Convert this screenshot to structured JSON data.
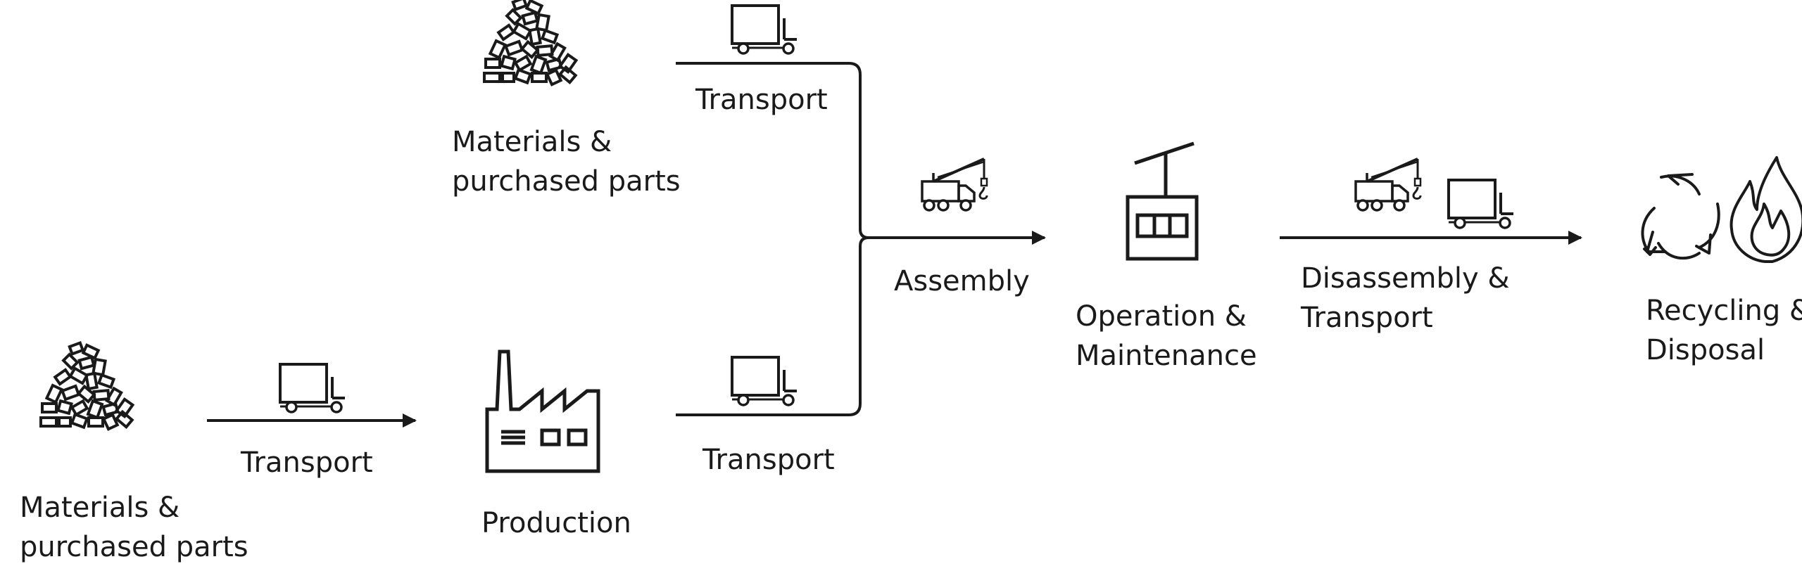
{
  "diagram": {
    "nodes": {
      "materials_top": {
        "lines": [
          "Materials &",
          "purchased parts"
        ],
        "icon": "materials-pile-icon"
      },
      "materials_bottom": {
        "lines": [
          "Materials &",
          "purchased parts"
        ],
        "icon": "materials-pile-icon"
      },
      "production": {
        "lines": [
          "Production"
        ],
        "icon": "factory-icon"
      },
      "operation": {
        "lines": [
          "Operation &",
          "Maintenance"
        ],
        "icon": "cable-car-icon"
      },
      "recycling": {
        "lines": [
          "Recycling &",
          "Disposal"
        ],
        "icon": "recycle-fire-icon"
      }
    },
    "edges": {
      "transport_bottom_left": {
        "label": "Transport",
        "icon": "truck-icon"
      },
      "transport_top": {
        "label": "Transport",
        "icon": "truck-icon"
      },
      "transport_bottom_mid": {
        "label": "Transport",
        "icon": "truck-icon"
      },
      "assembly": {
        "label": "Assembly",
        "icon": "crane-truck-icon"
      },
      "disassembly": {
        "lines": [
          "Disassembly &",
          "Transport"
        ],
        "icons": [
          "crane-truck-icon",
          "truck-icon"
        ]
      }
    },
    "colors": {
      "stroke": "#1a1a1a",
      "background": "#ffffff"
    }
  }
}
